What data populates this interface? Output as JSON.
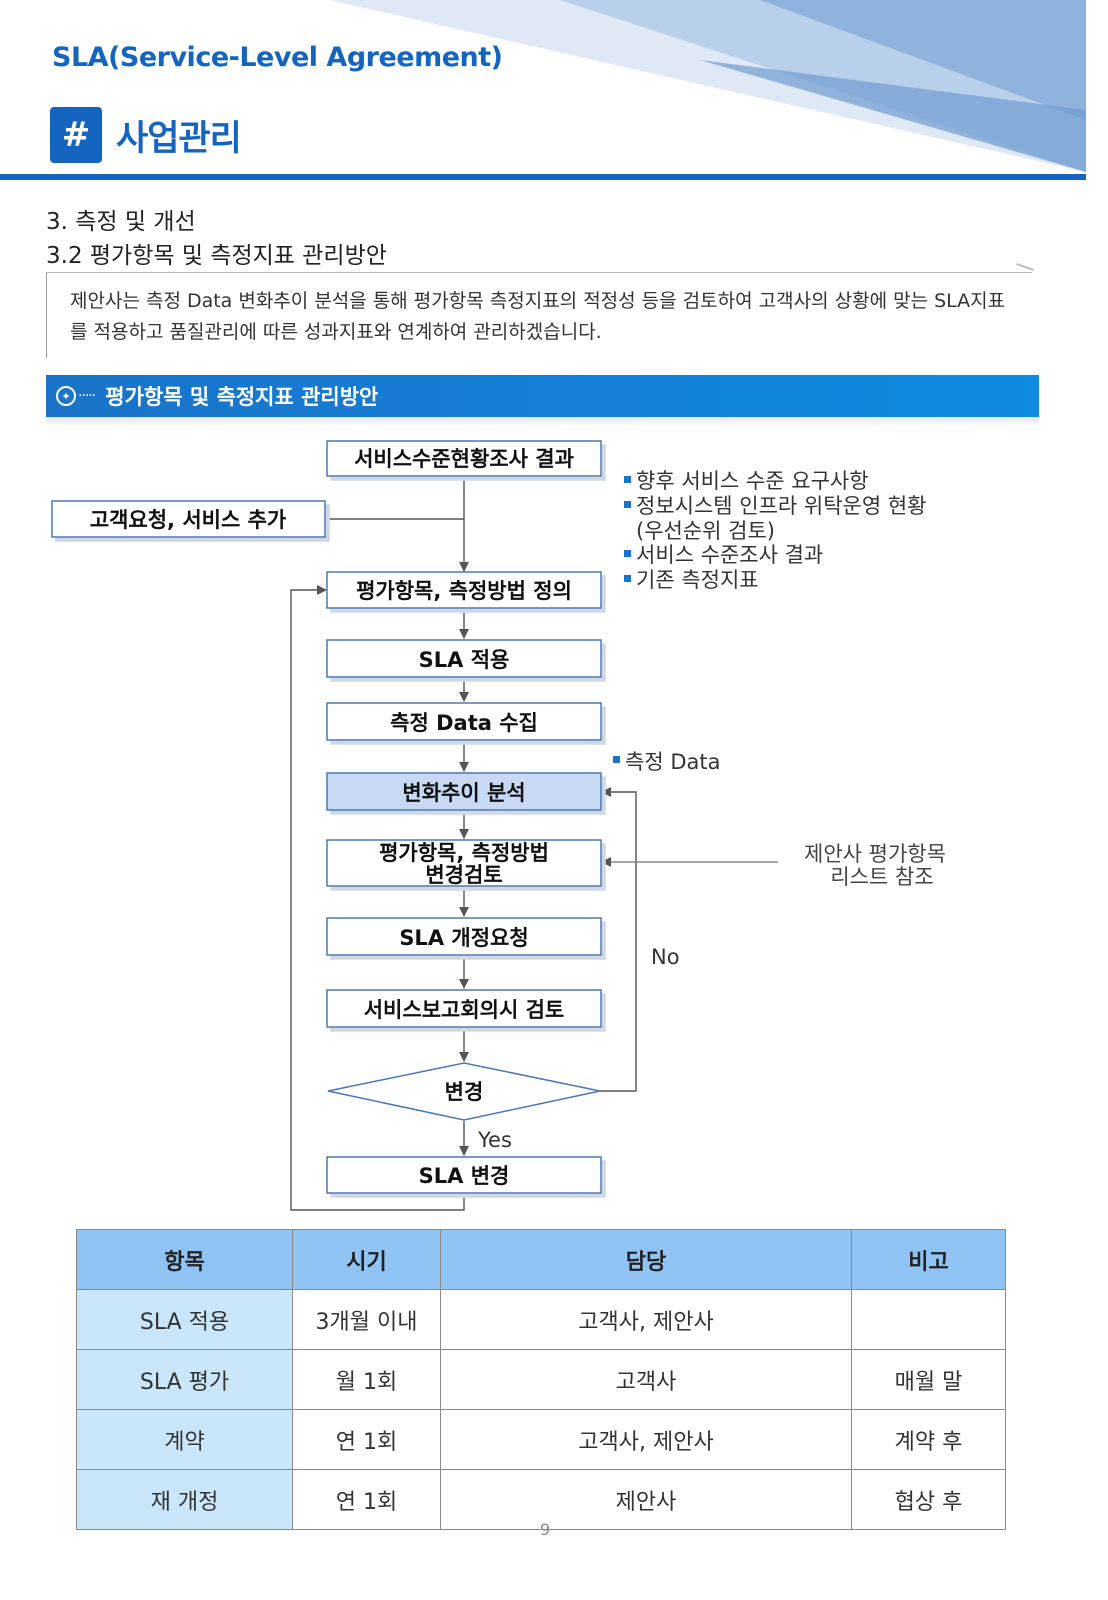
{
  "header": {
    "doc_title": "SLA(Service-Level Agreement)",
    "section_mark": "#",
    "section_title": "사업관리",
    "colors": {
      "accent": "#1565c0",
      "bar": "#0f7fd6",
      "deco_light": "#c7d9ee",
      "deco_mid": "#8fb3dc"
    }
  },
  "subheads": {
    "h1": "3. 측정 및 개선",
    "h2": "3.2 평가항목 및 측정지표 관리방안"
  },
  "intro": "제안사는 측정 Data 변화추이 분석을 통해 평가항목 측정지표의 적정성 등을 검토하여 고객사의 상황에 맞는 SLA지표를 적용하고 품질관리에 따른 성과지표와 연계하여 관리하겠습니다.",
  "bar": {
    "icon": "lightbulb-icon",
    "dots": "·····",
    "title": "평가항목 및 측정지표 관리방안"
  },
  "flow": {
    "input_box": "고객요청, 서비스 추가",
    "steps": {
      "survey": "서비스수준현황조사 결과",
      "define": "평가항목, 측정방법 정의",
      "apply": "SLA 적용",
      "collect": "측정 Data 수집",
      "analyze": "변화추이 분석",
      "review_1": "평가항목, 측정방법",
      "review_2": "변경검토",
      "request": "SLA 개정요청",
      "meeting": "서비스보고회의시 검토",
      "decision": "변경",
      "change": "SLA 변경"
    },
    "labels": {
      "no": "No",
      "yes": "Yes"
    },
    "notes_top": [
      "향후 서비스 수준 요구사항",
      "정보시스템 인프라 위탁운영 현황",
      "(우선순위 검토)",
      "서비스 수준조사 결과",
      "기존 측정지표"
    ],
    "note_data": "측정 Data",
    "ref_1": "제안사 평가항목",
    "ref_2": "리스트 참조"
  },
  "table": {
    "headers": [
      "항목",
      "시기",
      "담당",
      "비고"
    ],
    "rows": [
      [
        "SLA 적용",
        "3개월 이내",
        "고객사, 제안사",
        ""
      ],
      [
        "SLA 평가",
        "월 1회",
        "고객사",
        "매월 말"
      ],
      [
        "계약",
        "연 1회",
        "고객사, 제안사",
        "계약 후"
      ],
      [
        "재 개정",
        "연 1회",
        "제안사",
        "협상 후"
      ]
    ]
  },
  "page_number": "9"
}
